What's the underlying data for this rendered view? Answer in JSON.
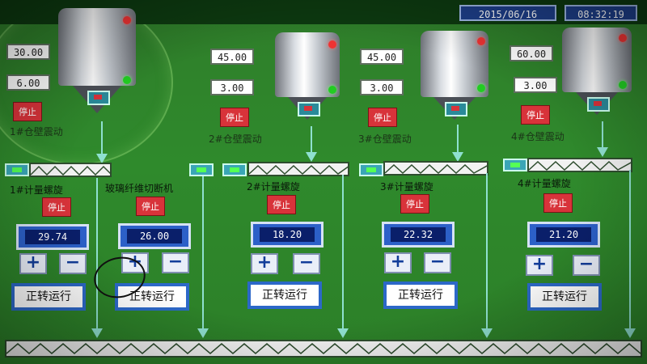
{
  "header": {
    "date": "2015/06/16",
    "time": "08:32:19"
  },
  "silo_sections": [
    {
      "set_a": "30.00",
      "set_b": "6.00",
      "stop_label": "停止",
      "vibration_label": "1#仓壁震动"
    },
    {
      "set_a": "45.00",
      "set_b": "3.00",
      "stop_label": "停止",
      "vibration_label": "2#仓壁震动"
    },
    {
      "set_a": "45.00",
      "set_b": "3.00",
      "stop_label": "停止",
      "vibration_label": "3#仓壁震动"
    },
    {
      "set_a": "60.00",
      "set_b": "3.00",
      "stop_label": "停止",
      "vibration_label": "4#仓壁震动"
    }
  ],
  "feeders": [
    {
      "label": "1#计量螺旋",
      "stop_label": "停止",
      "speed": "29.74",
      "plus": "+",
      "minus": "−",
      "run_label": "正转运行"
    },
    {
      "label": "玻璃纤维切断机",
      "stop_label": "停止",
      "speed": "26.00",
      "plus": "+",
      "minus": "−",
      "run_label": "正转运行"
    },
    {
      "label": "2#计量螺旋",
      "stop_label": "停止",
      "speed": "18.20",
      "plus": "+",
      "minus": "−",
      "run_label": "正转运行"
    },
    {
      "label": "3#计量螺旋",
      "stop_label": "停止",
      "speed": "22.32",
      "plus": "+",
      "minus": "−",
      "run_label": "正转运行"
    },
    {
      "label": "4#计量螺旋",
      "stop_label": "停止",
      "speed": "21.20",
      "plus": "+",
      "minus": "−",
      "run_label": "正转运行"
    }
  ],
  "colors": {
    "panel_green": "#2f8a2c",
    "stop_red": "#d8333a",
    "readout_blue": "#2c60c8",
    "flow_cyan": "#8fe0d0"
  }
}
